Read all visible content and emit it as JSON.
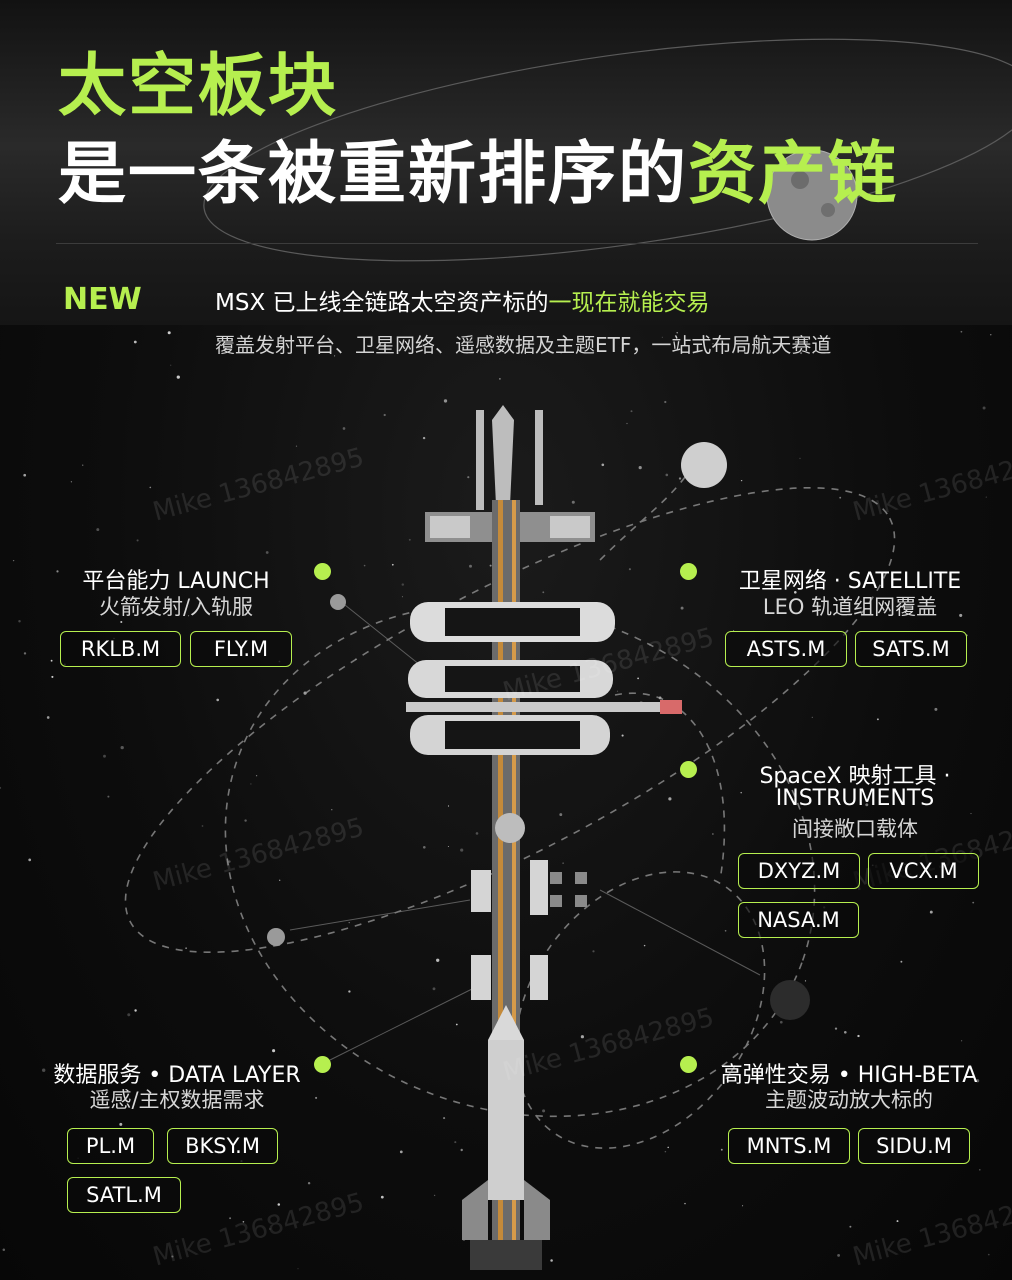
{
  "header": {
    "title_line1": "太空板块",
    "title_line2_main": "是一条被重新排序的",
    "title_line2_accent": "资产链",
    "new_badge": "NEW",
    "headline_main": "MSX 已上线全链路太空资产标的",
    "headline_accent": "一现在就能交易",
    "subline": "覆盖发射平台、卫星网络、遥感数据及主题ETF，一站式布局航天赛道"
  },
  "categories": {
    "launch": {
      "title": "平台能力 LAUNCH",
      "subtitle": "火箭发射/入轨服",
      "tickers": [
        "RKLB.M",
        "FLY.M"
      ]
    },
    "satellite": {
      "title": "卫星网络 · SATELLITE",
      "subtitle": "LEO 轨道组网覆盖",
      "tickers": [
        "ASTS.M",
        "SATS.M"
      ]
    },
    "instruments": {
      "title_line1": "SpaceX 映射工具 ·",
      "title_line2": "INSTRUMENTS",
      "subtitle": "间接敞口载体",
      "tickers": [
        "DXYZ.M",
        "VCX.M",
        "NASA.M"
      ]
    },
    "data_layer": {
      "title": "数据服务 • DATA LAYER",
      "subtitle": "遥感/主权数据需求",
      "tickers": [
        "PL.M",
        "BKSY.M",
        "SATL.M"
      ]
    },
    "high_beta": {
      "title": "高弹性交易 • HIGH-BETA",
      "subtitle": "主题波动放大标的",
      "tickers": [
        "MNTS.M",
        "SIDU.M"
      ]
    }
  },
  "watermark_text": "Mike 136842895",
  "colors": {
    "accent": "#b6ef4f",
    "background": "#0b0b0b",
    "text": "#ffffff"
  },
  "icons": {
    "category_marker": "green-dot-icon",
    "space_station": "space-station-illustration",
    "moon": "moon-icon"
  }
}
